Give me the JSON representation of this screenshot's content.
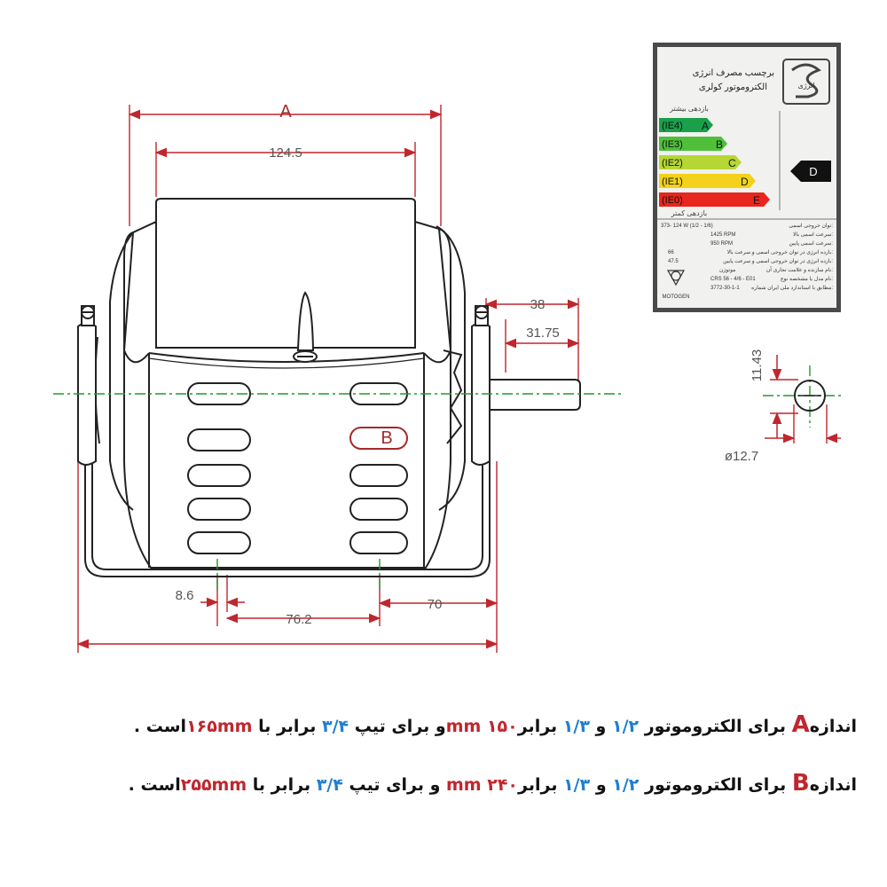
{
  "drawing": {
    "label_A": "A",
    "label_B": "B",
    "dim_124_5": "124.5",
    "dim_38": "38",
    "dim_31_75": "31.75",
    "dim_11_43": "11.43",
    "dim_12_7": "ø12.7",
    "dim_8_6": "8.6",
    "dim_76_2": "76.2",
    "dim_70": "70"
  },
  "energy_label": {
    "title_line1": "برچسب مصرف انرژی",
    "title_line2": "الکتروموتور کولری",
    "logo_text": "انرژی",
    "top_note": "بازدهی بیشتر",
    "bottom_note": "بازدهی کمتر",
    "classes": [
      {
        "code": "(IE4)",
        "letter": "A",
        "color": "#1aa04a"
      },
      {
        "code": "(IE3)",
        "letter": "B",
        "color": "#4fbf3a"
      },
      {
        "code": "(IE2)",
        "letter": "C",
        "color": "#b6d733"
      },
      {
        "code": "(IE1)",
        "letter": "D",
        "color": "#f2d21a"
      },
      {
        "code": "(IE0)",
        "letter": "E",
        "color": "#e8261d"
      }
    ],
    "rating": "D",
    "specs": [
      {
        "label": "توان خروجی اسمی:",
        "value": "373- 124 W (1/2 - 1/6)"
      },
      {
        "label": "سرعت اسمی بالا:",
        "value": "1425 RPM"
      },
      {
        "label": "سرعت اسمی پایین:",
        "value": "950 RPM"
      },
      {
        "label": "بازده انرژی در توان خروجی اسمی و سرعت بالا:",
        "value": "66"
      },
      {
        "label": "بازده انرژی در توان خروجی اسمی و سرعت پایین:",
        "value": "47.5"
      },
      {
        "label": "نام سازنده و علامت تجاری آن:",
        "value": "موتوژن"
      },
      {
        "label": "نام مدل یا مشخصه نوع:",
        "value": "CRS 56 - 4/6 - E01"
      },
      {
        "label": "مطابق با استاندارد ملی ایران شماره:",
        "value": "3772-30-1-1"
      }
    ],
    "brand": "MOTOGEN"
  },
  "notes": {
    "line1": {
      "p1": "اندازه",
      "letter": "A",
      "p2": " برای الکتروموتور ",
      "v1": "۱/۲",
      "p3": " و ",
      "v2": "۱/۳",
      "p4": " برابر",
      "v3": "۱۵۰ mm",
      "p5": "و برای تیپ ",
      "v4": "۳/۴",
      "p6": " برابر با ",
      "v5": "۱۶۵mm",
      "p7": "است ."
    },
    "line2": {
      "p1": "اندازه",
      "letter": "B",
      "p2": " برای الکتروموتور ",
      "v1": "۱/۲",
      "p3": " و ",
      "v2": "۱/۳",
      "p4": " برابر",
      "v3": "۲۴۰ mm",
      "p5": " و برای تیپ ",
      "v4": "۳/۴",
      "p6": " برابر با ",
      "v5": "۲۵۵mm",
      "p7": "است ."
    }
  }
}
